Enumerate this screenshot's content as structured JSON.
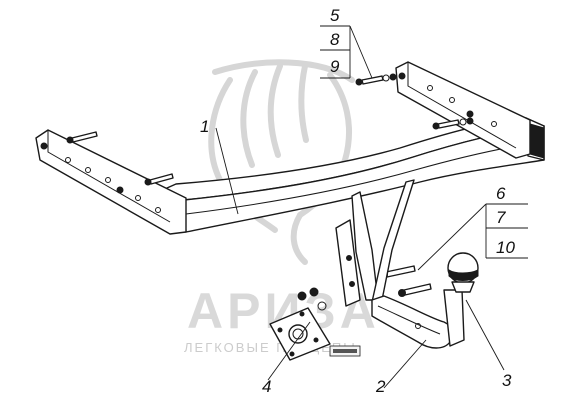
{
  "watermark": {
    "brand": "АРИЗА",
    "tagline": "ЛЕГКОВЫЕ ПРИЦЕПЫ",
    "logo_icon": "horse-head-logo"
  },
  "callouts": {
    "label_1": "1",
    "label_2": "2",
    "label_3": "3",
    "label_4": "4",
    "label_5": "5",
    "label_6": "6",
    "label_7": "7",
    "label_8": "8",
    "label_9": "9",
    "label_10": "10"
  },
  "parts": {
    "crossbar_beam": "beam",
    "drawbar": "drawbar",
    "tow_ball": "tow-ball",
    "socket_plate": "socket-plate",
    "bolts": "bolts",
    "washers": "washers",
    "nuts": "nuts"
  },
  "colors": {
    "line": "#1a1a1a",
    "watermark": "#d9d9d9",
    "background": "#ffffff"
  }
}
